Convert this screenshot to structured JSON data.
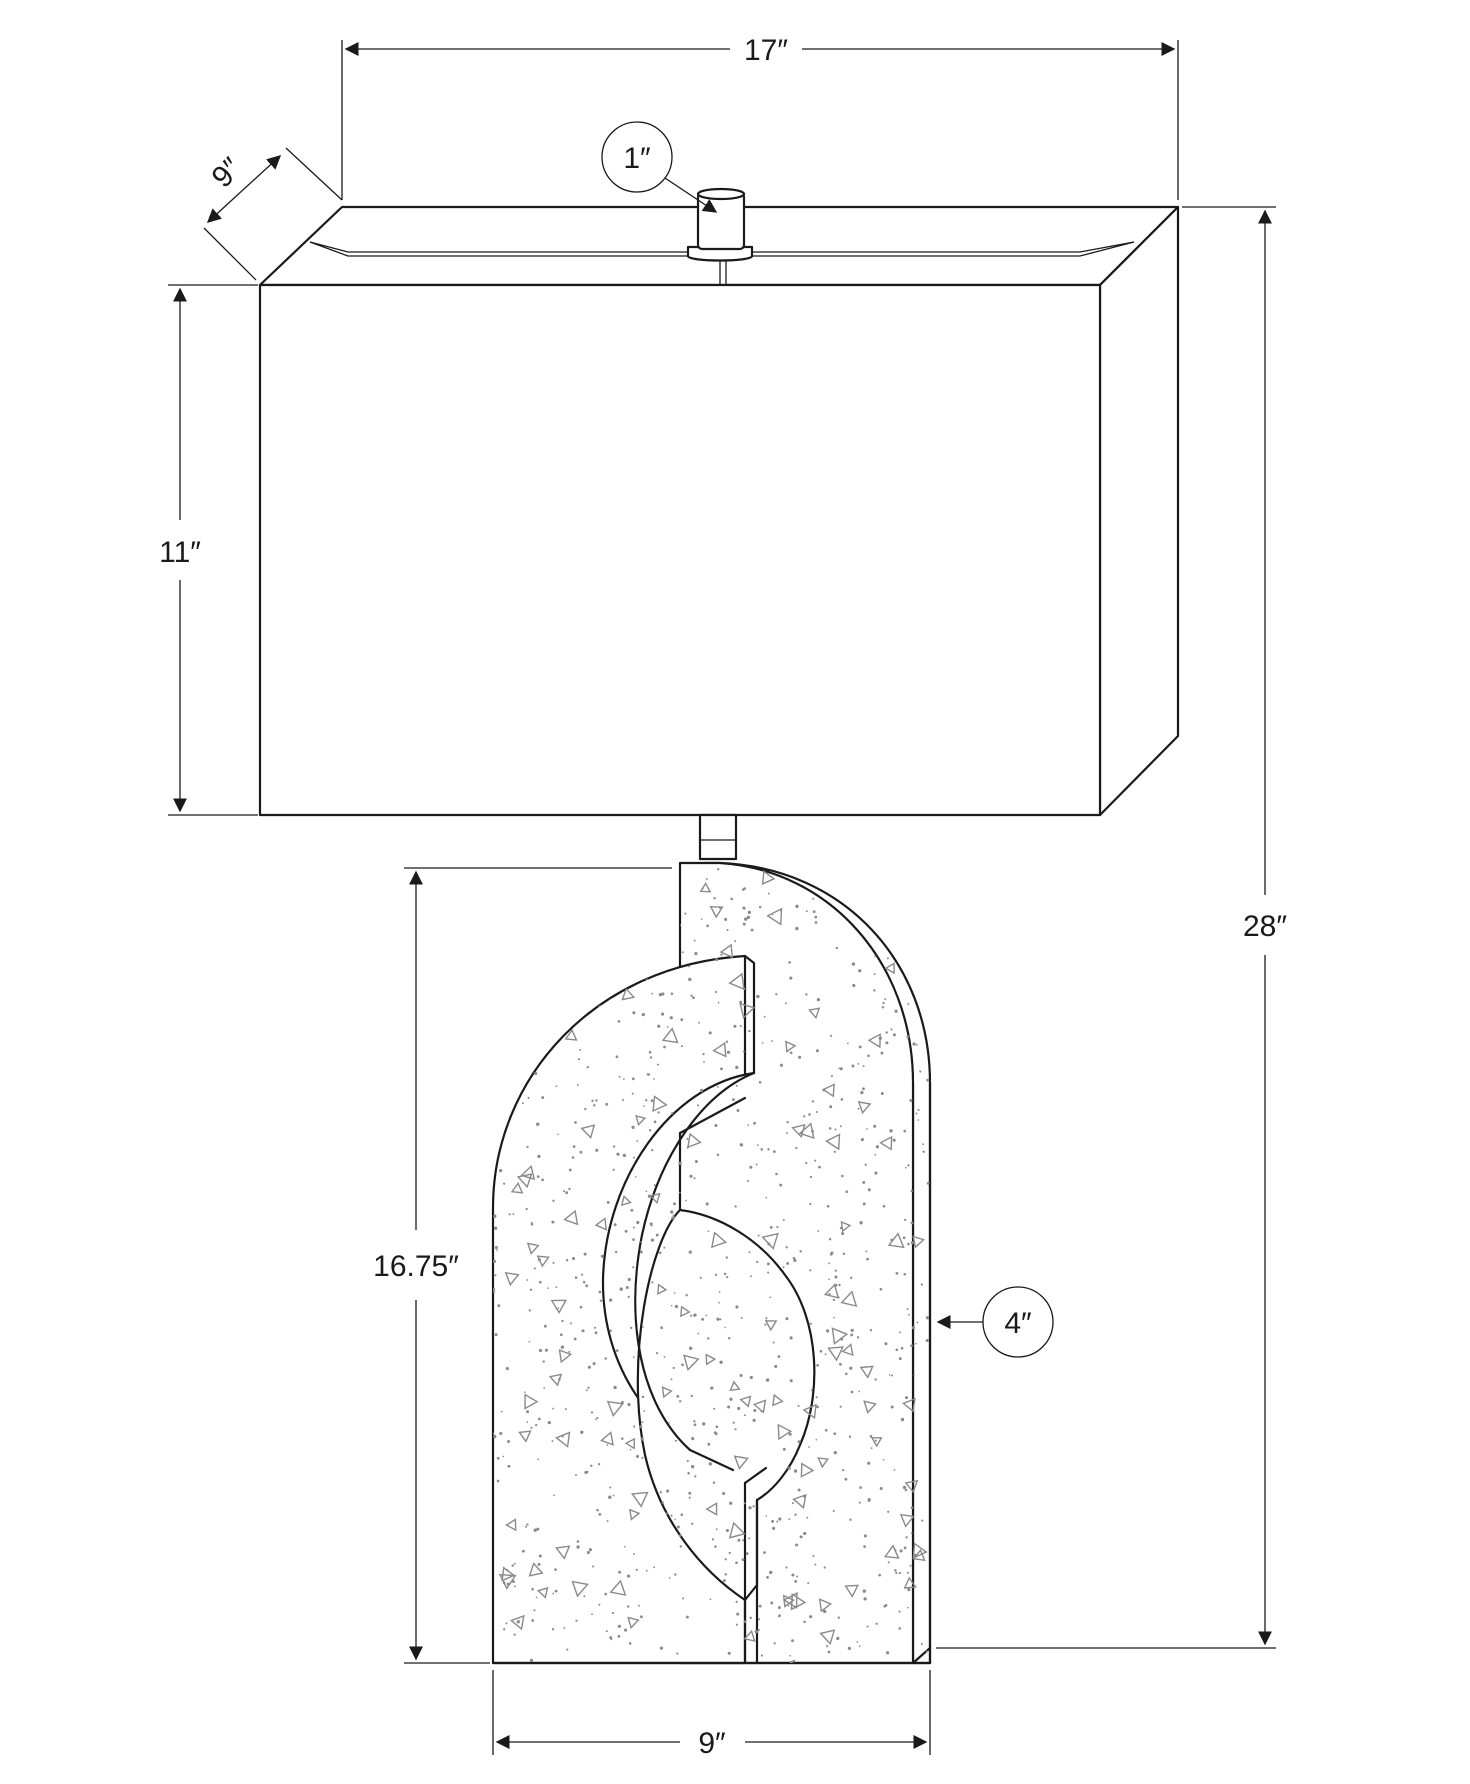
{
  "dimensions": {
    "shade_width": "17″",
    "shade_depth": "9″",
    "shade_height": "11″",
    "finial": "1″",
    "total_height": "28″",
    "base_height": "16.75″",
    "base_depth": "4″",
    "base_width": "9″"
  },
  "colors": {
    "line": "#1a1a1a",
    "speckle": "#8a8a8a",
    "background": "#ffffff"
  }
}
